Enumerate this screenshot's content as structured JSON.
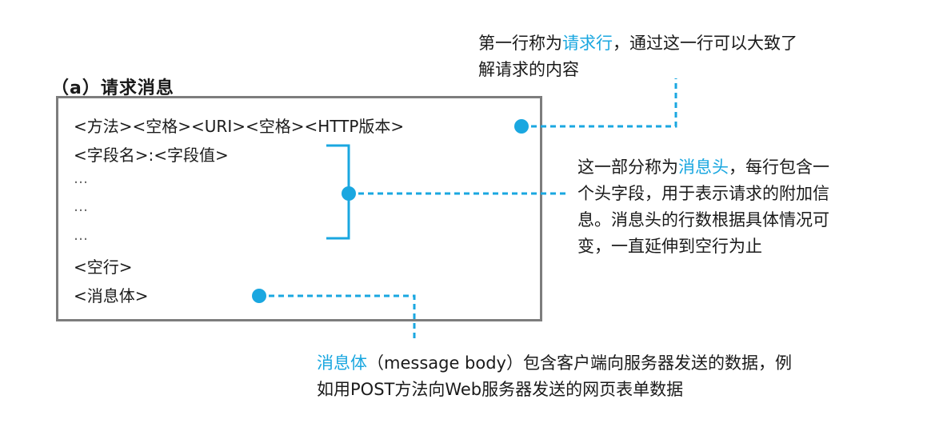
{
  "heading": "（a）请求消息",
  "message": {
    "request_line": "<方法><空格><URI><空格><HTTP版本>",
    "header_field": "<字段名>:<字段值>",
    "ellipsis_1": "…",
    "ellipsis_2": "…",
    "ellipsis_3": "…",
    "blank_line": "<空行>",
    "body": "<消息体>"
  },
  "annotations": {
    "request_line": {
      "part1": "第一行称为",
      "highlight": "请求行",
      "part2": "，通过这一行可以大致了",
      "line2": "解请求的内容"
    },
    "headers": {
      "part1": "这一部分称为",
      "highlight": "消息头",
      "part2": "，每行包含一",
      "line2": "个头字段，用于表示请求的附加信",
      "line3": "息。消息头的行数根据具体情况可",
      "line4": "变，一直延伸到空行为止"
    },
    "body": {
      "highlight": "消息体",
      "part1": "（message body）包含客户端向服务器发送的数据，例",
      "line2": "如用POST方法向Web服务器发送的网页表单数据"
    }
  },
  "colors": {
    "accent": "#1aa7e0",
    "box_border": "#7d7d7d",
    "text": "#1a1a1a"
  }
}
